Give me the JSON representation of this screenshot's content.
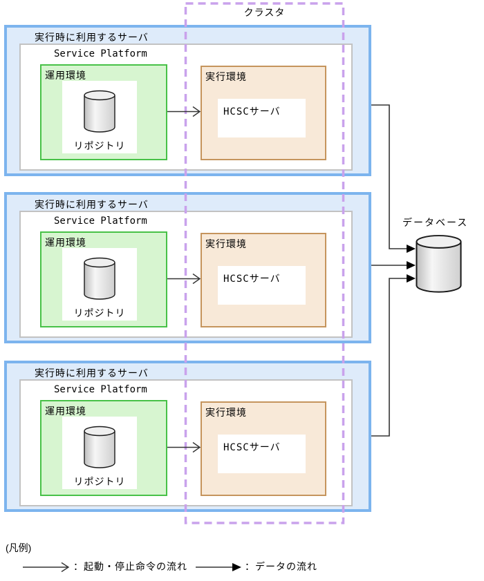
{
  "cluster": {
    "label": "クラスタ"
  },
  "servers": [
    {
      "title": "実行時に利用するサーバ",
      "platform_label": "Service Platform",
      "operation_env": {
        "label": "運用環境",
        "repository_label": "リポジトリ"
      },
      "execution_env": {
        "label": "実行環境",
        "hcsc_label": "HCSCサーバ"
      }
    },
    {
      "title": "実行時に利用するサーバ",
      "platform_label": "Service Platform",
      "operation_env": {
        "label": "運用環境",
        "repository_label": "リポジトリ"
      },
      "execution_env": {
        "label": "実行環境",
        "hcsc_label": "HCSCサーバ"
      }
    },
    {
      "title": "実行時に利用するサーバ",
      "platform_label": "Service Platform",
      "operation_env": {
        "label": "運用環境",
        "repository_label": "リポジトリ"
      },
      "execution_env": {
        "label": "実行環境",
        "hcsc_label": "HCSCサーバ"
      }
    }
  ],
  "database": {
    "label": "データベース"
  },
  "legend": {
    "title": "(凡例)",
    "command_flow_label": "：起動・停止命令の流れ",
    "data_flow_label": "：データの流れ"
  },
  "colors": {
    "server_border": "#7CB4EE",
    "server_fill": "#DEEBFA",
    "operation_border": "#47C147",
    "operation_fill": "#D7F5D0",
    "execution_border": "#C5945C",
    "execution_fill": "#F8E9D8",
    "cluster_dash": "#C9A2EC",
    "inner_border": "#C2C2C2",
    "line": "#333333"
  }
}
